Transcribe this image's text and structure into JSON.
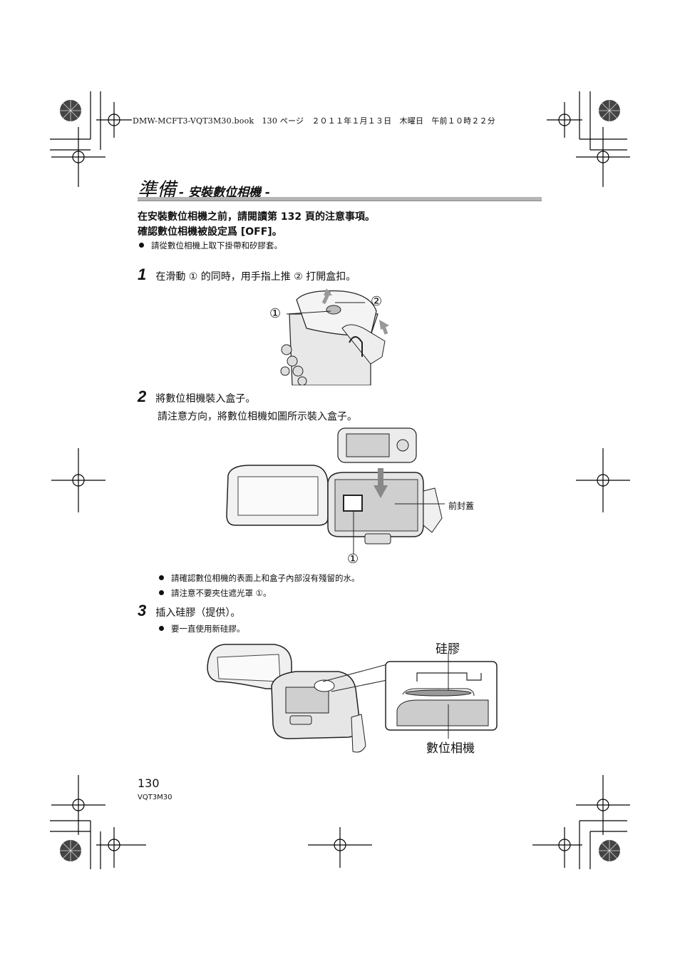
{
  "header_line": "DMW-MCFT3-VQT3M30.book　130 ページ　２０１１年１月１３日　木曜日　午前１０時２２分",
  "title": {
    "main": "準備",
    "sub": "- 安裝數位相機 -"
  },
  "intro": {
    "line1": "在安裝數位相機之前，請閱讀第 132 頁的注意事項。",
    "line2": "確認數位相機被設定爲 [OFF]。",
    "note": "請從數位相機上取下掛帶和矽膠套。"
  },
  "steps": [
    {
      "num": "1",
      "text": "在滑動 ① 的同時，用手指上推 ② 打開盒扣。"
    },
    {
      "num": "2",
      "text": "將數位相機裝入盒子。",
      "sub": "請注意方向，將數位相機如圖所示裝入盒子。"
    },
    {
      "num": "3",
      "text": "插入硅膠（提供）。"
    }
  ],
  "step2_notes": [
    "請確認數位相機的表面上和盒子內部沒有殘留的水。",
    "請注意不要夾住遮光罩 ①。"
  ],
  "step3_notes": [
    "要一直使用新硅膠。"
  ],
  "fig1": {
    "label1": "①",
    "label2": "②"
  },
  "fig2": {
    "front_cover": "前封蓋",
    "label1": "①"
  },
  "fig3": {
    "silica": "硅膠",
    "camera": "數位相機"
  },
  "footer": {
    "page": "130",
    "code": "VQT3M30"
  }
}
